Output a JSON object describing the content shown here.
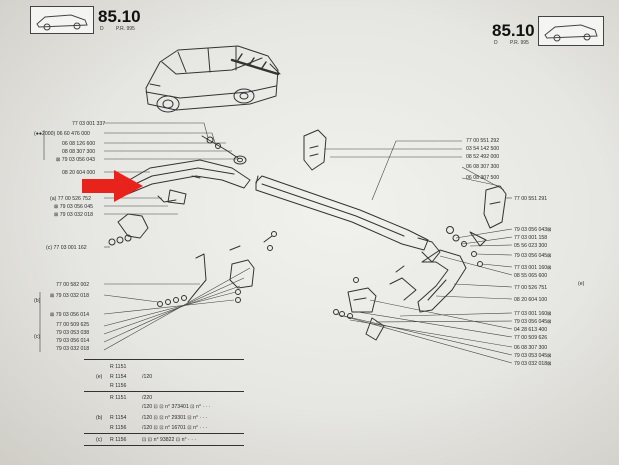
{
  "header": {
    "page_number": "85.10",
    "sub_left": "D",
    "sub_ref": "P.R. 995"
  },
  "left_labels": [
    "77 03 001 337",
    "(●●2000) 06 60 476 000",
    "06 08 126 600",
    "08 08 307 300",
    "⊠ 79 03 056 043",
    "08 20 604 000",
    "(a) 77 00 526 752",
    "⊠ 79 03 056 045",
    "⊠ 79 03 032 018",
    "(c) 77 03 001 162",
    "77 00 582 002",
    "⊠ 79 03 032 018",
    "⊠ 79 03 056 014",
    "77 00 509 625",
    "79 03 053 038",
    "79 03 056 014",
    "79 03 032 018"
  ],
  "right_labels": [
    "77 00 551 292",
    "03 54 142 500",
    "08 52 492 000",
    "06 08 307 300",
    "06 08 307 500",
    "77 00 551 291",
    "79 03 056 043⊠",
    "77 03 001 158",
    "05 56 023 300",
    "79 03 056 045⊠",
    "77 03 001 160⊠",
    "08 55 065 600",
    "77 00 526 751",
    "08 20 604 100",
    "77 03 001 160⊠",
    "79 03 056 045⊠",
    "04 28 613 400",
    "77 00 509 626",
    "06 08 307 300",
    "79 03 053 045⊠",
    "79 03 032 018⊠"
  ],
  "group_marks": {
    "b": "(b)",
    "c": "(c)",
    "e": "(e)"
  },
  "model_table": {
    "rows": [
      {
        "prefix": "",
        "model": "R 1151",
        "suffix": ""
      },
      {
        "prefix": "(e)",
        "model": "R 1154",
        "suffix": "/120"
      },
      {
        "prefix": "",
        "model": "R 1156",
        "suffix": ""
      },
      {
        "prefix": "",
        "model": "R 1151",
        "suffix": "/220"
      },
      {
        "prefix": "",
        "model": "",
        "suffix": "/120 ⊡ ⊡ n° 373401 ⊡ n° · · ·"
      },
      {
        "prefix": "(b)",
        "model": "R 1154",
        "suffix": "/120 ⊡ ⊡ n° 29301 ⊡ n° · · ·"
      },
      {
        "prefix": "",
        "model": "R 1156",
        "suffix": "/120 ⊡ ⊡ n° 16701 ⊡ n° · · ·"
      },
      {
        "prefix": "(c)",
        "model": "R 1156",
        "suffix": "⊡ ⊡ n° 93822 ⊡ n° · · ·"
      }
    ]
  },
  "colors": {
    "arrow": "#e8231b",
    "paper": "#ebebe7",
    "ink": "#2a2a2a"
  }
}
